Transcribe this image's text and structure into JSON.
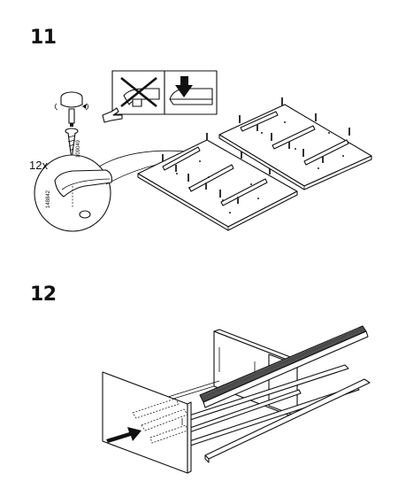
{
  "steps": [
    {
      "number": "11",
      "quantity": "12x",
      "screw_code": "109049",
      "part_code": "148842",
      "icons": [
        "screwdriver-hand-icon",
        "wrong-method-cross-icon",
        "correct-press-arrow-icon"
      ]
    },
    {
      "number": "12",
      "icons": [
        "push-direction-arrow-icon"
      ]
    }
  ],
  "colors": {
    "line": "#111111",
    "background": "#ffffff",
    "felt": "#2a2a2a"
  }
}
